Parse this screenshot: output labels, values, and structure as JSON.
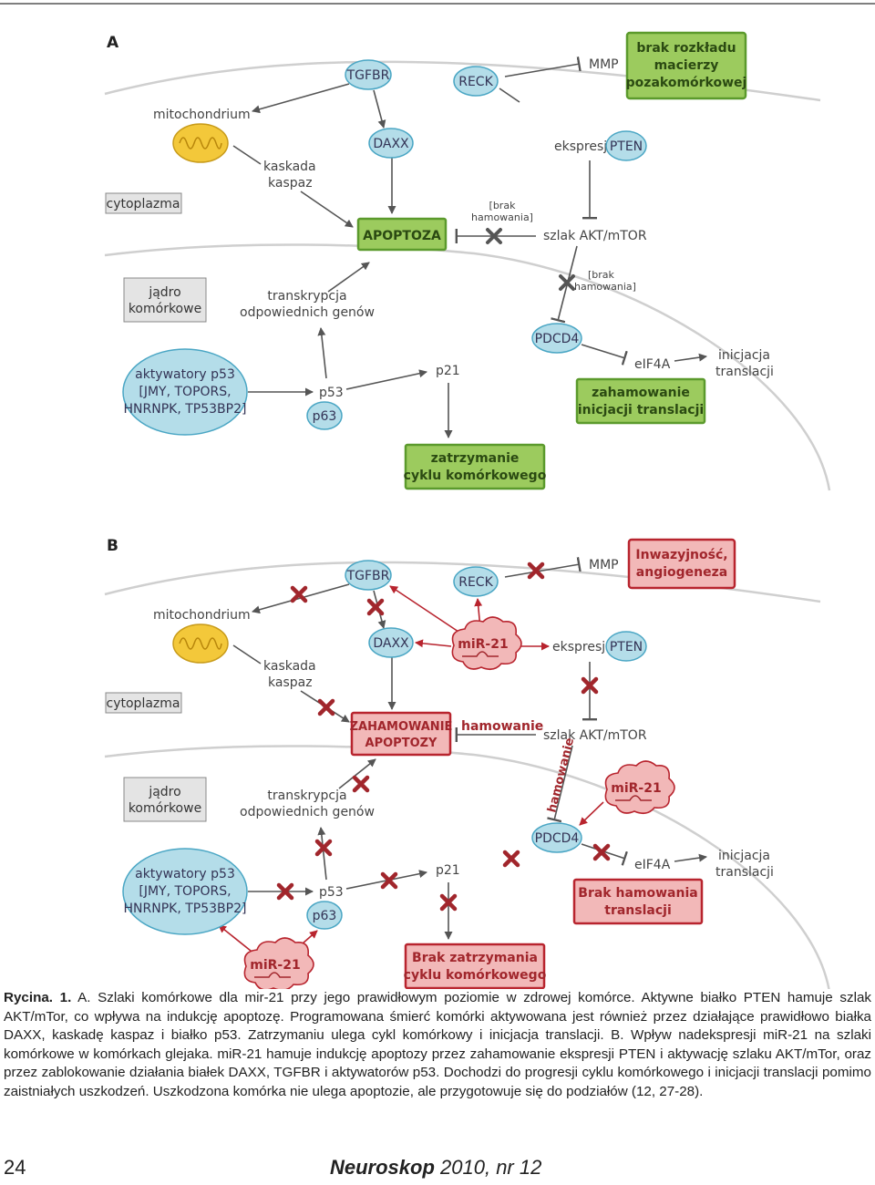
{
  "panels": {
    "A": {
      "letter": "A",
      "mitochondrium": "mitochondrium",
      "tgfbr": "TGFBR",
      "reck": "RECK",
      "mmp": "MMP",
      "ecm_box": [
        "brak rozkładu",
        "macierzy",
        "pozakomórkowej"
      ],
      "daxx": "DAXX",
      "kaskada": [
        "kaskada",
        "kaspaz"
      ],
      "ekspresja": "ekspresja",
      "pten": "PTEN",
      "cytoplazma": "cytoplazma",
      "apoptoza": "APOPTOZA",
      "brak_hamowania_1": [
        "[brak",
        "hamowania]"
      ],
      "akt": "szlak AKT/mTOR",
      "brak_hamowania_2": [
        "[brak",
        "hamowania]"
      ],
      "jadro": [
        "jądro",
        "komórkowe"
      ],
      "transkrypcja": [
        "transkrypcja",
        "odpowiednich genów"
      ],
      "pdcd4": "PDCD4",
      "eif4a": "eIF4A",
      "inicjacja": [
        "inicjacja",
        "translacji"
      ],
      "aktywatory": [
        "aktywatory p53",
        "[JMY, TOPORS,",
        "HNRNPK, TP53BP2]"
      ],
      "p53": "p53",
      "p63": "p63",
      "p21": "p21",
      "zahamowanie_box": [
        "zahamowanie",
        "inicjacji translacji"
      ],
      "zatrzymanie_box": [
        "zatrzymanie",
        "cyklu komórkowego"
      ]
    },
    "B": {
      "letter": "B",
      "mitochondrium": "mitochondrium",
      "tgfbr": "TGFBR",
      "reck": "RECK",
      "mmp": "MMP",
      "invasion_box": [
        "Inwazyjność,",
        "angiogeneza"
      ],
      "daxx": "DAXX",
      "mir21": "miR-21",
      "ekspresja": "ekspresja",
      "pten": "PTEN",
      "kaskada": [
        "kaskada",
        "kaspaz"
      ],
      "cytoplazma": "cytoplazma",
      "zah_apoptozy_box": [
        "ZAHAMOWANIE",
        "APOPTOZY"
      ],
      "hamowanie_1": "hamowanie",
      "akt": "szlak AKT/mTOR",
      "hamowanie_2": "hamowanie",
      "jadro": [
        "jądro",
        "komórkowe"
      ],
      "transkrypcja": [
        "transkrypcja",
        "odpowiednich genów"
      ],
      "pdcd4": "PDCD4",
      "eif4a": "eIF4A",
      "inicjacja": [
        "inicjacja",
        "translacji"
      ],
      "aktywatory": [
        "aktywatory p53",
        "[JMY, TOPORS,",
        "HNRNPK, TP53BP2]"
      ],
      "p53": "p53",
      "p63": "p63",
      "p21": "p21",
      "brak_ham_box": [
        "Brak hamowania",
        "translacji"
      ],
      "brak_zatrz_box": [
        "Brak zatrzymania",
        "cyklu komórkowego"
      ]
    }
  },
  "colors": {
    "protein_fill": "#b4dde9",
    "protein_stroke": "#4aa6c4",
    "green_fill": "#9ccb5e",
    "green_stroke": "#5b9a2c",
    "red_fill": "#f2b8b8",
    "red_stroke": "#b8242e",
    "mito": "#f3c83a",
    "gray_box": "#e4e4e4",
    "membrane": "#cccccc"
  },
  "caption": {
    "label": "Rycina. 1.",
    "text": " A. Szlaki komórkowe dla mir-21 przy jego prawidłowym poziomie w zdrowej komórce. Aktywne białko PTEN hamuje szlak AKT/mTor, co wpływa na indukcję apoptozę. Programowana śmierć komórki aktywowana jest również przez działające prawidłowo białka DAXX, kaskadę kaspaz i białko p53. Zatrzymaniu ulega cykl komórkowy i inicjacja translacji. B. Wpływ nadekspresji miR-21 na szlaki komórkowe w komórkach glejaka. miR-21 hamuje indukcję apoptozy przez zahamowanie ekspresji PTEN i aktywację szlaku AKT/mTor, oraz przez zablokowanie działania białek DAXX, TGFBR i aktywatorów p53. Dochodzi do progresji cyklu komórkowego i inicjacji translacji pomimo zaistniałych uszkodzeń. Uszkodzona komórka nie ulega apoptozie, ale przygotowuje się do podziałów (12, 27-28)."
  },
  "footer": {
    "page": "24",
    "journal": "Neuroskop",
    "issue": " 2010, nr 12"
  }
}
